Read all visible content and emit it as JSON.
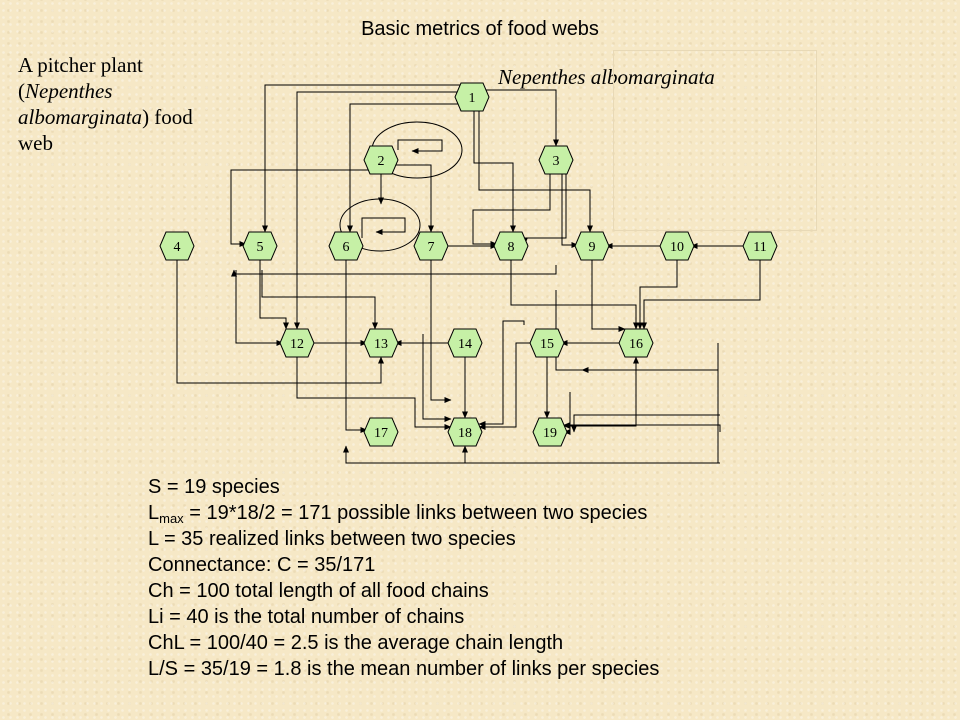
{
  "title": "Basic metrics of food webs",
  "caption": {
    "line1": "A pitcher plant",
    "line2_open": "(",
    "line2_italic": "Nepenthes",
    "line3_italic": "albomarginata",
    "line3_rest": ") food",
    "line4": "web"
  },
  "diagram_label": "Nepenthes albomarginata",
  "nodes": [
    "1",
    "2",
    "3",
    "4",
    "5",
    "6",
    "7",
    "8",
    "9",
    "10",
    "11",
    "12",
    "13",
    "14",
    "15",
    "16",
    "17",
    "18",
    "19"
  ],
  "colors": {
    "node_fill": "#c6f0a6",
    "line": "#000000"
  },
  "metrics": {
    "s": "S = 19 species",
    "lmax_prefix": "L",
    "lmax_sub": "max",
    "lmax_rest": " = 19*18/2 = 171 possible links between two species",
    "l": "L = 35 realized links between two species",
    "c": "Connectance: C = 35/171",
    "ch": "Ch = 100 total length of all food chains",
    "li": "Li = 40 is the total number of chains",
    "chl": "ChL = 100/40 = 2.5 is the average chain length",
    "ls": "L/S = 35/19 = 1.8 is the mean number of links per species"
  }
}
